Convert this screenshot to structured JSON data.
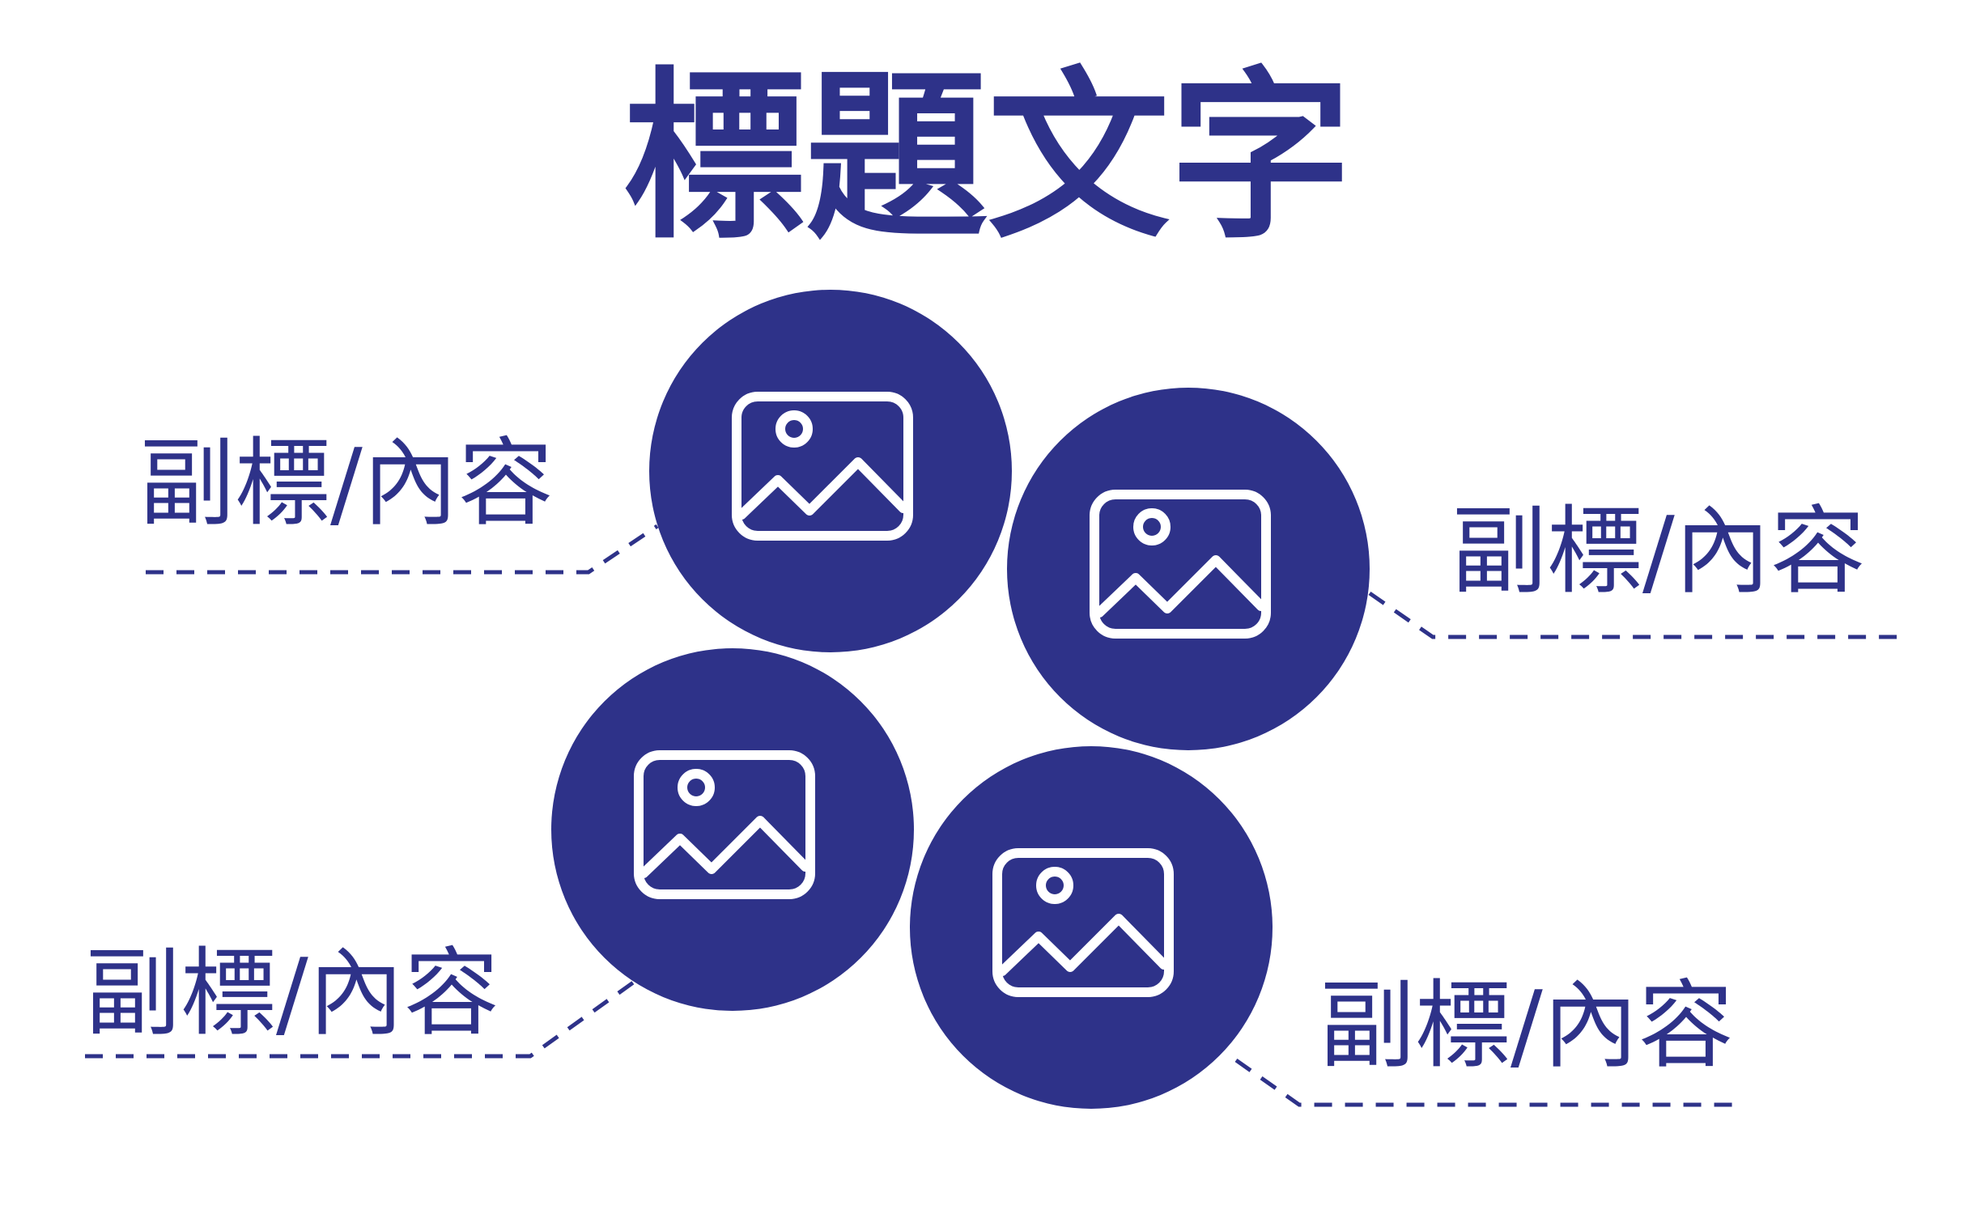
{
  "title": "標題文字",
  "colors": {
    "accent": "#2e3289",
    "icon": "#ffffff"
  },
  "items": [
    {
      "label": "副標/內容",
      "icon": "image-icon"
    },
    {
      "label": "副標/內容",
      "icon": "image-icon"
    },
    {
      "label": "副標/內容",
      "icon": "image-icon"
    },
    {
      "label": "副標/內容",
      "icon": "image-icon"
    }
  ]
}
